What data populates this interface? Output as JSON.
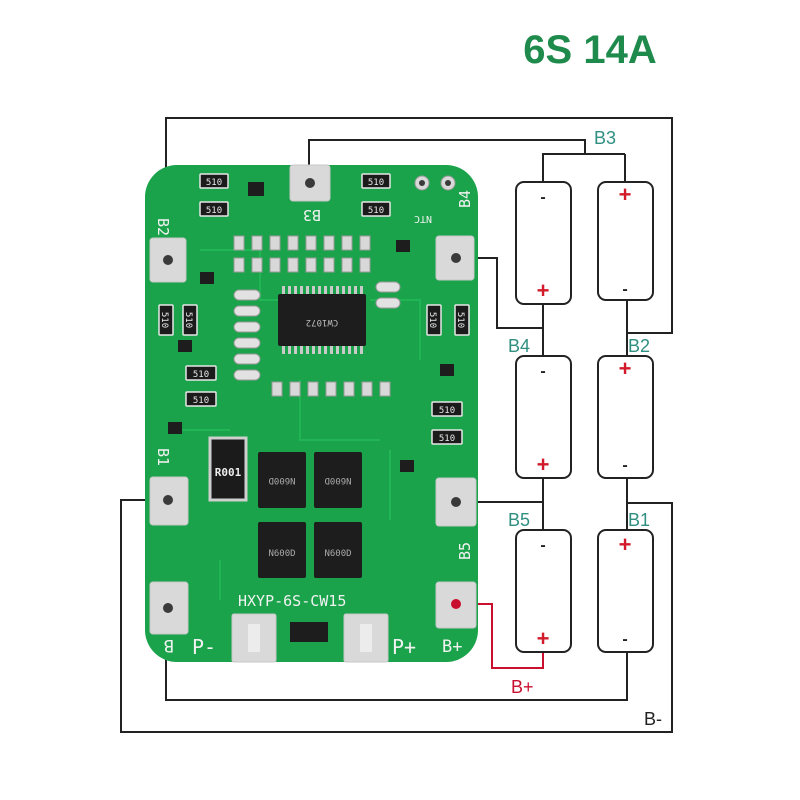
{
  "title": "6S 14A",
  "colors": {
    "title": "#1e8a4c",
    "pcb": "#1aa34a",
    "teal_label": "#2f8f80",
    "red_wire": "#c8102e",
    "wire": "#222222"
  },
  "board": {
    "model": "HXYP-6S-CW15",
    "pad_labels": {
      "b2": "B2",
      "b3": "B3",
      "b4": "B4",
      "b1": "B1",
      "b5": "B5",
      "b_minus": "B",
      "b_plus": "B+",
      "p_minus": "P-",
      "p_plus": "P+",
      "ntc": "NTC"
    },
    "resistor_code": "510",
    "shunt_code": "R001",
    "mosfet_code": "N600D",
    "ic_code": "CW1072"
  },
  "cells": {
    "plus": "+",
    "minus": "-"
  },
  "wire_labels": {
    "b3": "B3",
    "b4": "B4",
    "b2": "B2",
    "b5": "B5",
    "b1": "B1",
    "b_plus": "B+",
    "b_minus": "B-"
  }
}
